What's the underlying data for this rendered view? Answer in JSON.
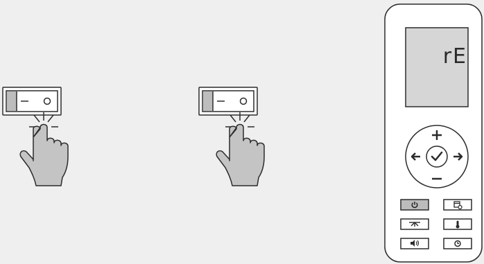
{
  "steps": [
    {
      "id": "step-1",
      "action": "press",
      "control": "rocker-switch"
    },
    {
      "id": "step-2",
      "action": "press",
      "control": "rocker-switch"
    }
  ],
  "remote": {
    "display_text": "rE",
    "nav_buttons": [
      "plus-icon",
      "minus-icon",
      "left-arrow-icon",
      "right-arrow-icon",
      "check-icon"
    ],
    "function_buttons": [
      {
        "name": "power-button",
        "icon": "power-icon",
        "active": true
      },
      {
        "name": "schedule-button",
        "icon": "calendar-timer-icon",
        "active": false
      },
      {
        "name": "fan-button",
        "icon": "fan-icon",
        "active": false
      },
      {
        "name": "temperature-button",
        "icon": "thermometer-icon",
        "active": false
      },
      {
        "name": "sound-button",
        "icon": "speaker-icon",
        "active": false
      },
      {
        "name": "timer-button",
        "icon": "timer-icon",
        "active": false
      }
    ]
  },
  "colors": {
    "background": "#efefef",
    "outline": "#2b2b2b",
    "hand": "#c4c4c4",
    "switch_body": "#bdbdbd",
    "lcd": "#d6d6d6",
    "active_button": "#bcbcbc"
  }
}
